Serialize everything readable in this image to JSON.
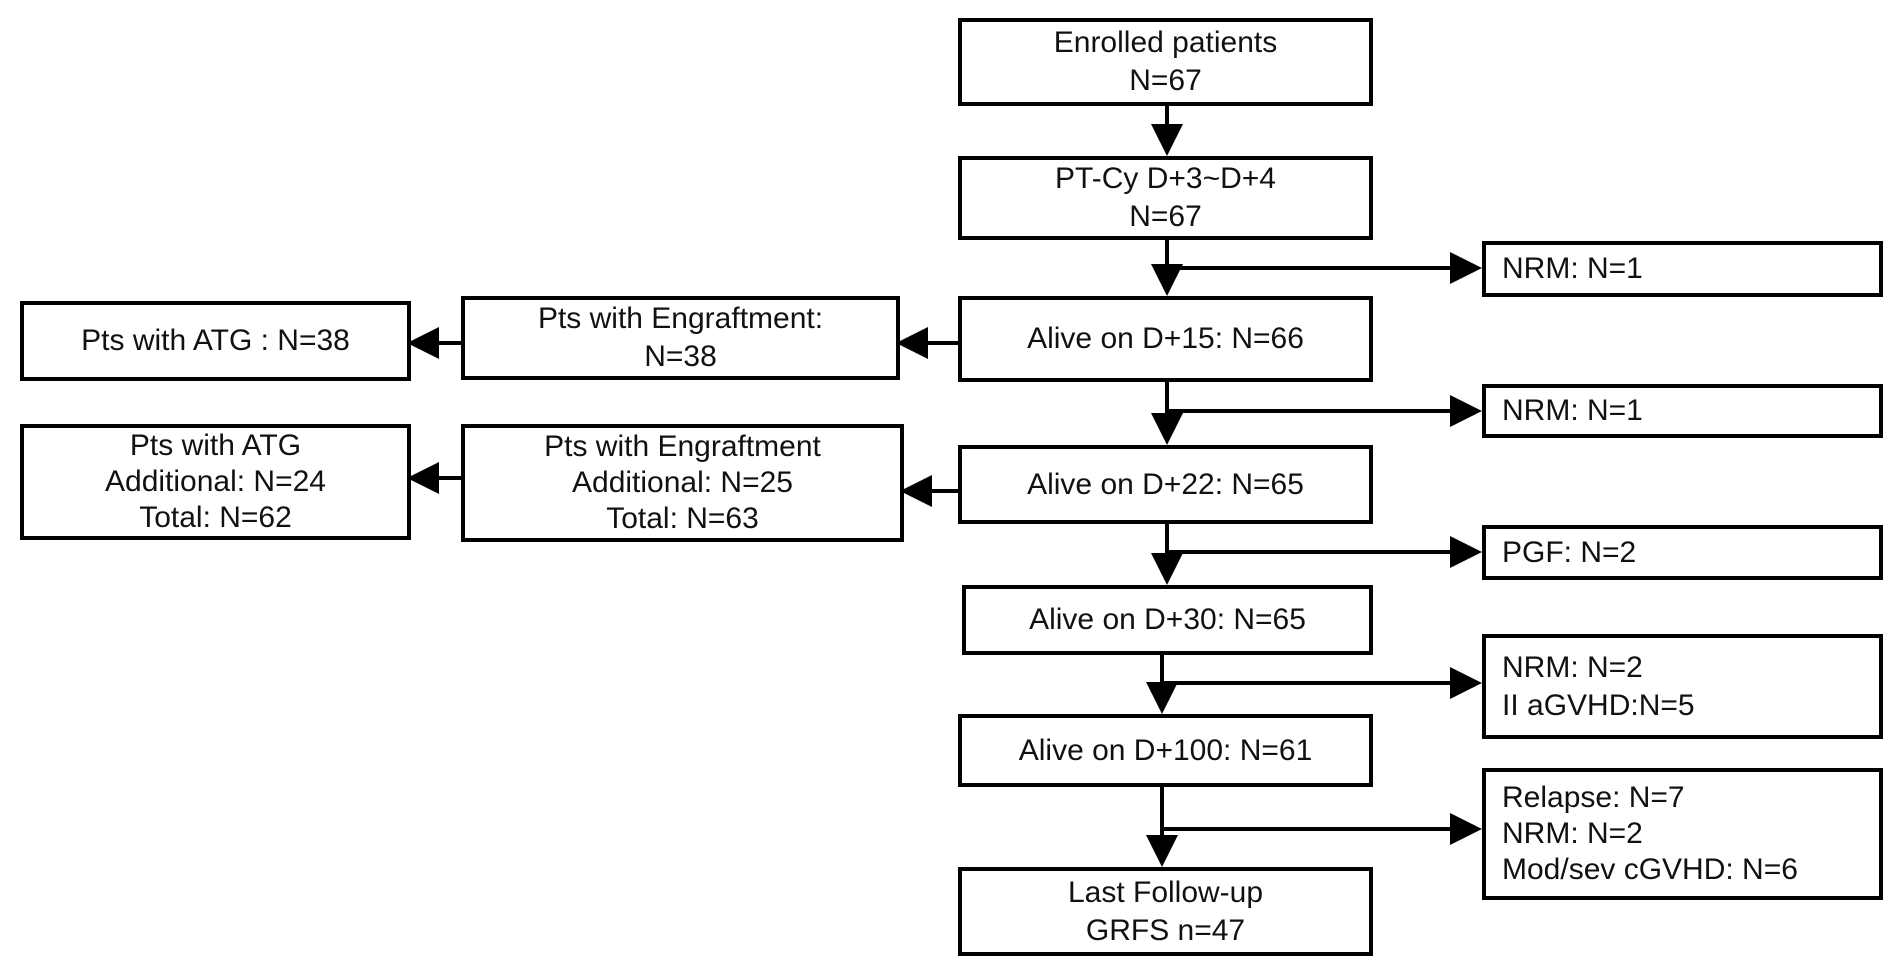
{
  "main_flow": {
    "enrolled": {
      "line1": "Enrolled patients",
      "line2": "N=67"
    },
    "ptcy": {
      "line1": "PT-Cy D+3~D+4",
      "line2": "N=67"
    },
    "d15": {
      "line1": "Alive on D+15: N=66"
    },
    "d22": {
      "line1": "Alive on D+22: N=65"
    },
    "d30": {
      "line1": "Alive on D+30: N=65"
    },
    "d100": {
      "line1": "Alive on D+100: N=61"
    },
    "last": {
      "line1": "Last Follow-up",
      "line2": "GRFS n=47"
    }
  },
  "exits": {
    "nrm1": {
      "line1": "NRM: N=1"
    },
    "nrm2": {
      "line1": "NRM: N=1"
    },
    "pgf": {
      "line1": "PGF: N=2"
    },
    "d30_exit": {
      "line1": "NRM: N=2",
      "line2": "II aGVHD:N=5"
    },
    "d100_exit": {
      "line1": "Relapse: N=7",
      "line2": "NRM: N=2",
      "line3": "Mod/sev cGVHD: N=6"
    }
  },
  "side": {
    "eng1": {
      "line1": "Pts with Engraftment:",
      "line2": "N=38"
    },
    "atg1": {
      "line1": "Pts with ATG : N=38"
    },
    "eng2": {
      "line1": "Pts with Engraftment",
      "line2": "Additional: N=25",
      "line3": "Total: N=63"
    },
    "atg2": {
      "line1": "Pts with ATG",
      "line2": "Additional: N=24",
      "line3": "Total: N=62"
    }
  }
}
